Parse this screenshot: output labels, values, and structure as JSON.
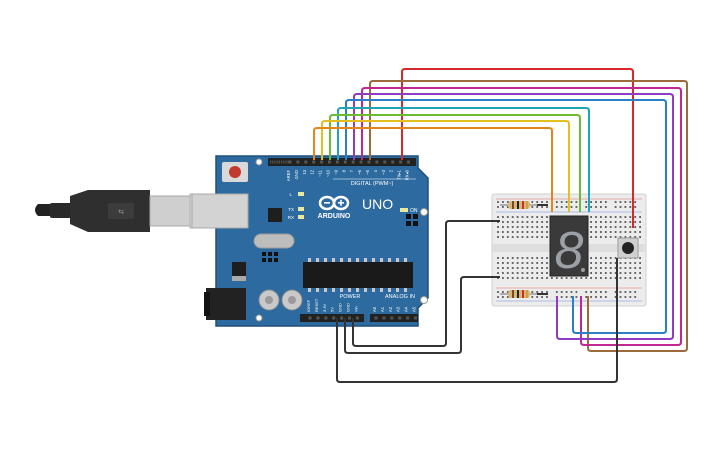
{
  "board": {
    "brand": "ARDUINO",
    "model": "UNO",
    "digital_header": "DIGITAL (PWM~)",
    "power_header": "POWER",
    "analog_header": "ANALOG IN",
    "on_label": "ON",
    "led_labels": [
      "L",
      "TX",
      "RX"
    ],
    "digital_pins": [
      "AREF",
      "GND",
      "13",
      "12",
      "~11",
      "~10",
      "~9",
      "8",
      "7",
      "~6",
      "~5",
      "4",
      "~3",
      "2",
      "TX▸1",
      "RX◂0"
    ],
    "power_pins": [
      "IOREF",
      "RESET",
      "3.3V",
      "5V",
      "GND",
      "GND",
      "Vin"
    ],
    "analog_pins": [
      "A0",
      "A1",
      "A2",
      "A3",
      "A4",
      "A5"
    ]
  },
  "display": {
    "digit": "8"
  },
  "colors": {
    "board": "#2d6aa0",
    "board_edge": "#1f4f7a",
    "breadboard": "#ececec",
    "wire_red": "#d62a2a",
    "wire_brown": "#9c6b3c",
    "wire_pink": "#c2268f",
    "wire_purple": "#8e3cc0",
    "wire_blue": "#2a7fc5",
    "wire_teal": "#22a4b8",
    "wire_green": "#6dbb34",
    "wire_yellow": "#e3c020",
    "wire_orange": "#e3871c",
    "wire_black": "#333333"
  },
  "icons": [
    "usb-cable-icon",
    "arduino-infinity-logo-icon",
    "seven-segment-display-icon",
    "resistor-icon",
    "pushbutton-icon"
  ]
}
